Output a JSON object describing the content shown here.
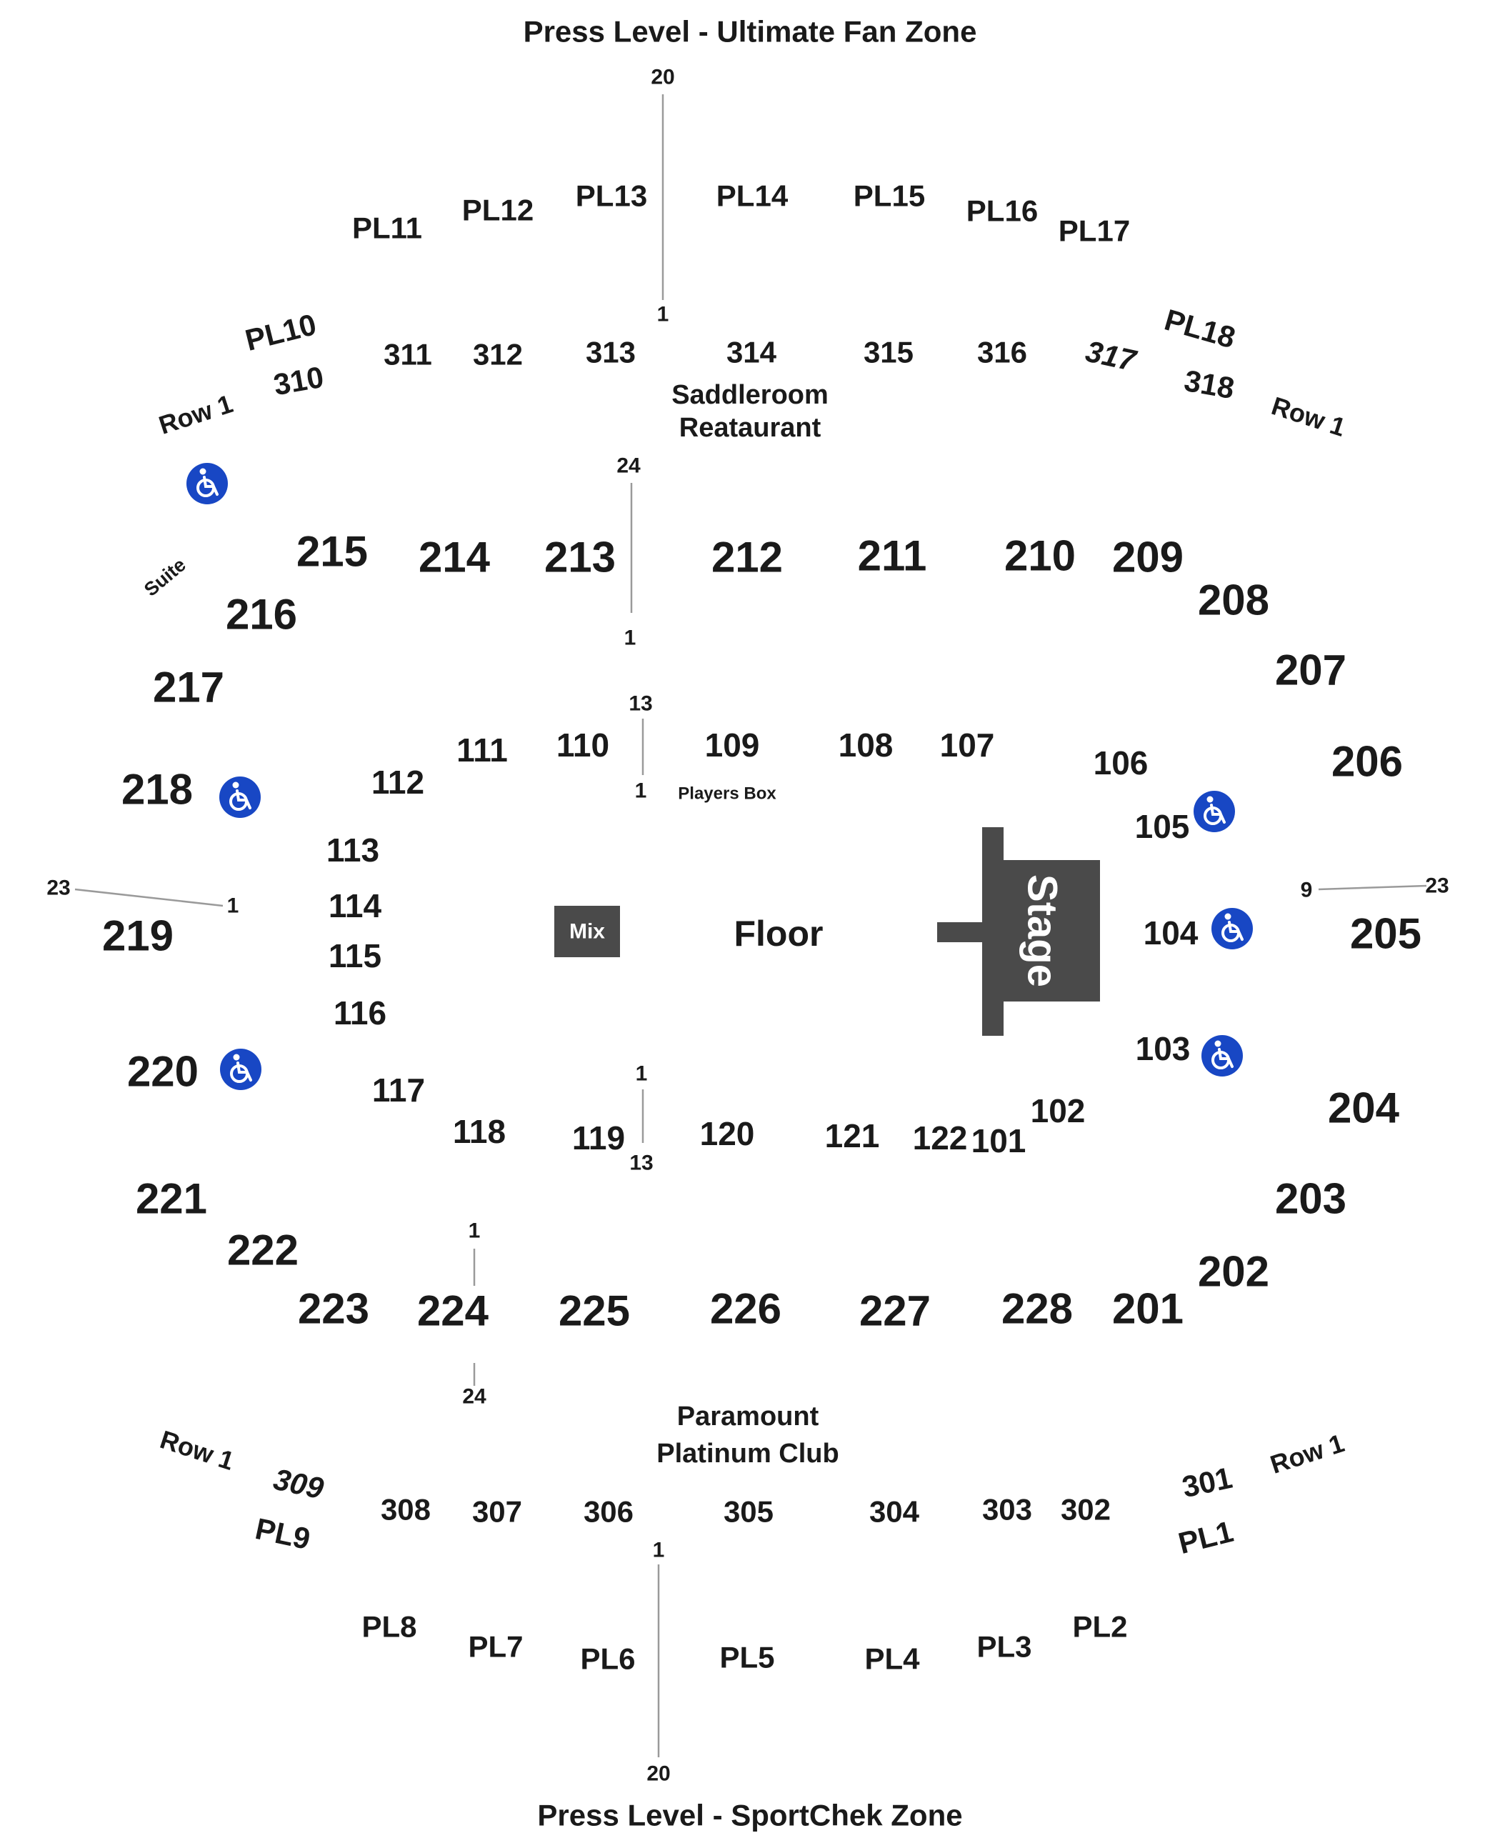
{
  "titles": {
    "top": "Press Level - Ultimate Fan Zone",
    "bottom": "Press Level - SportChek Zone"
  },
  "venue_labels": {
    "saddleroom": [
      "Saddleroom",
      "Reataurant"
    ],
    "paramount": [
      "Paramount",
      "Platinum Club"
    ],
    "players_box": "Players Box",
    "suite": "Suite",
    "floor": "Floor",
    "mix": "Mix",
    "stage": "Stage",
    "row1": "Row 1"
  },
  "colors": {
    "accessible_icon": "#1847c4",
    "structure": "#4a4a4a",
    "text": "#1a1a1a"
  },
  "accessible_icon_name": "wheelchair-icon",
  "sections": {
    "press_level_top": [
      "PL10",
      "PL11",
      "PL12",
      "PL13",
      "PL14",
      "PL15",
      "PL16",
      "PL17",
      "PL18"
    ],
    "level_300_top": [
      "310",
      "311",
      "312",
      "313",
      "314",
      "315",
      "316",
      "317",
      "318"
    ],
    "level_200_upper": [
      "215",
      "214",
      "213",
      "212",
      "211",
      "210",
      "209",
      "208",
      "207",
      "206",
      "205",
      "216",
      "217",
      "218",
      "219"
    ],
    "level_100": [
      "101",
      "102",
      "103",
      "104",
      "105",
      "106",
      "107",
      "108",
      "109",
      "110",
      "111",
      "112",
      "113",
      "114",
      "115",
      "116",
      "117",
      "118",
      "119",
      "120",
      "121",
      "122"
    ],
    "level_200_lower": [
      "220",
      "221",
      "222",
      "223",
      "224",
      "225",
      "226",
      "227",
      "228",
      "201",
      "202",
      "203",
      "204"
    ],
    "level_300_bottom": [
      "309",
      "308",
      "307",
      "306",
      "305",
      "304",
      "303",
      "302",
      "301"
    ],
    "press_level_bottom": [
      "PL9",
      "PL8",
      "PL7",
      "PL6",
      "PL5",
      "PL4",
      "PL3",
      "PL2",
      "PL1"
    ]
  },
  "row_markers": {
    "top_press": [
      "20",
      "1"
    ],
    "top_200": [
      "24",
      "1"
    ],
    "top_100": [
      "13",
      "1"
    ],
    "left_219": [
      "23",
      "1"
    ],
    "right_205": [
      "9",
      "23"
    ],
    "bottom_100": [
      "1",
      "13"
    ],
    "bottom_224": [
      "1",
      "24"
    ],
    "bottom_press": [
      "1",
      "20"
    ]
  }
}
